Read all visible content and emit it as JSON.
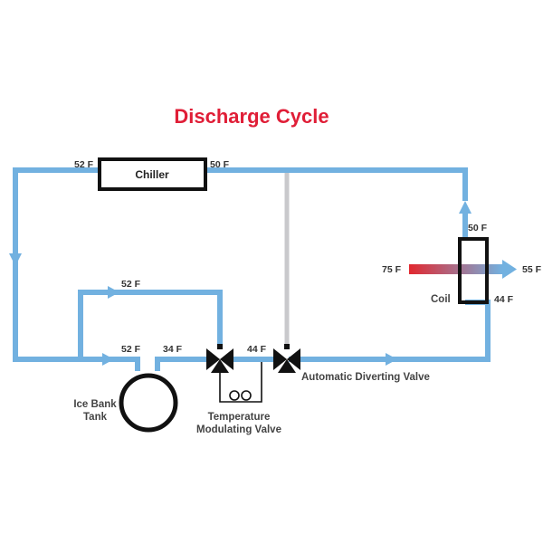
{
  "title": "Discharge Cycle",
  "colors": {
    "pipe": "#72b1e0",
    "bypass": "#c9c9cc",
    "title": "#e01e37",
    "dark": "#111111",
    "air_hot": "#e2282f",
    "air_cold": "#72b1e0"
  },
  "components": {
    "chiller": "Chiller",
    "coil": "Coil",
    "ice_tank": [
      "Ice Bank",
      "Tank"
    ],
    "temp_valve": [
      "Temperature",
      "Modulating Valve"
    ],
    "diverting_valve": "Automatic Diverting Valve"
  },
  "temperatures": {
    "chiller_in": "52 F",
    "chiller_out": "50 F",
    "bypass_line": "52 F",
    "tank_in": "52 F",
    "tank_out": "34 F",
    "mixed": "44 F",
    "coil_out": "50 F",
    "coil_in": "44 F",
    "air_in": "75 F",
    "air_out": "55 F"
  },
  "icons": {
    "valve": "three-way-valve",
    "actuator": "valve-actuator",
    "flow": "flow-arrow"
  }
}
